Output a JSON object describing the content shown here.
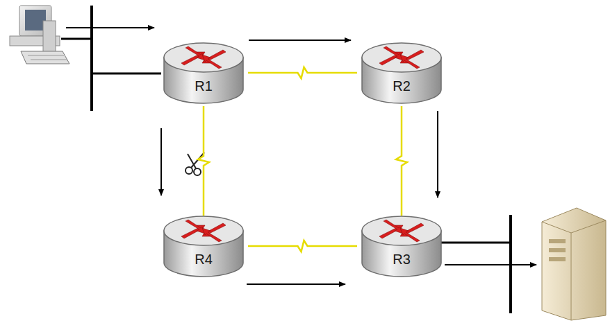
{
  "diagram": {
    "nodes": [
      {
        "text": [
          "R1"
        ]
      },
      {
        "text": [
          "R2"
        ]
      },
      {
        "text": [
          "R4"
        ]
      },
      {
        "text": [
          "R3"
        ]
      }
    ],
    "edges": [
      {
        "from": 0,
        "to": 1,
        "arrow": "none"
      },
      {
        "from": 1,
        "to": 3,
        "arrow": "none"
      },
      {
        "from": 0,
        "to": 2,
        "arrow": "none"
      },
      {
        "from": 2,
        "to": 3,
        "arrow": "none"
      }
    ]
  }
}
